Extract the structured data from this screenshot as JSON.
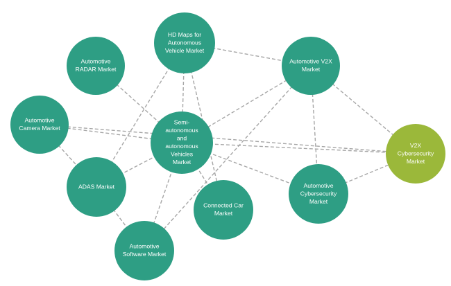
{
  "colors": {
    "node": "#2e9e84",
    "node_highlight": "#9bb83a",
    "edge": "#a6a6a6",
    "text": "#ffffff"
  },
  "nodes": [
    {
      "id": "hdmaps",
      "label_lines": [
        "HD Maps for",
        "Autonomous",
        "Vehicle Market"
      ],
      "highlight": false
    },
    {
      "id": "radar",
      "label_lines": [
        "Automotive",
        "RADAR Market"
      ],
      "highlight": false
    },
    {
      "id": "v2x",
      "label_lines": [
        "Automotive V2X",
        "Market"
      ],
      "highlight": false
    },
    {
      "id": "camera",
      "label_lines": [
        "Automotive",
        "Camera Market"
      ],
      "highlight": false
    },
    {
      "id": "semi",
      "label_lines": [
        "Semi-",
        "autonomous",
        "and",
        "autonomous",
        "Vehicles",
        "Market"
      ],
      "highlight": false
    },
    {
      "id": "v2xcyber",
      "label_lines": [
        "V2X",
        "Cybersecurity",
        "Market"
      ],
      "highlight": true
    },
    {
      "id": "adas",
      "label_lines": [
        "ADAS Market"
      ],
      "highlight": false
    },
    {
      "id": "autocyber",
      "label_lines": [
        "Automotive",
        "Cybersecurity",
        "Market"
      ],
      "highlight": false
    },
    {
      "id": "connected",
      "label_lines": [
        "Connected Car",
        "Market"
      ],
      "highlight": false
    },
    {
      "id": "software",
      "label_lines": [
        "Automotive",
        "Software Market"
      ],
      "highlight": false
    }
  ],
  "edges": [
    [
      "hdmaps",
      "v2x"
    ],
    [
      "hdmaps",
      "semi"
    ],
    [
      "hdmaps",
      "adas"
    ],
    [
      "hdmaps",
      "connected"
    ],
    [
      "radar",
      "semi"
    ],
    [
      "camera",
      "semi"
    ],
    [
      "camera",
      "adas"
    ],
    [
      "camera",
      "v2xcyber"
    ],
    [
      "v2x",
      "semi"
    ],
    [
      "v2x",
      "v2xcyber"
    ],
    [
      "v2x",
      "autocyber"
    ],
    [
      "v2x",
      "software"
    ],
    [
      "semi",
      "v2xcyber"
    ],
    [
      "semi",
      "adas"
    ],
    [
      "semi",
      "connected"
    ],
    [
      "semi",
      "software"
    ],
    [
      "semi",
      "autocyber"
    ],
    [
      "adas",
      "software"
    ],
    [
      "autocyber",
      "v2xcyber"
    ]
  ]
}
